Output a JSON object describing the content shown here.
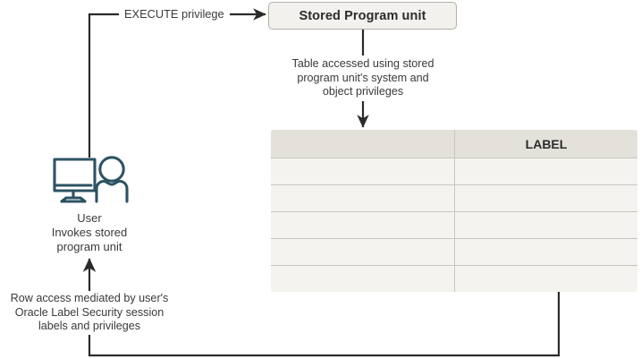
{
  "diagram": {
    "title": "Oracle Label Security with stored program unit row access",
    "nodes": {
      "stored_program_unit": {
        "label": "Stored Program unit",
        "fill": "#f2f1ee",
        "border": "#b4b0ab"
      },
      "user": {
        "icon": "user-at-monitor-icon",
        "icon_color": "#2d5363",
        "caption": "User\nInvokes stored\nprogram unit"
      }
    },
    "edges": {
      "execute_privilege": {
        "label": "EXECUTE privilege",
        "direction": "user-to-stored-program-unit"
      },
      "table_access": {
        "label": "Table accessed using stored\nprogram unit's system and\nobject privileges",
        "direction": "stored-program-unit-to-table"
      },
      "row_access": {
        "label": "Row access mediated by user's\nOracle Label Security session\nlabels and privileges",
        "direction": "table-to-user"
      }
    },
    "table": {
      "columns": [
        {
          "header": "",
          "name": "blank-column"
        },
        {
          "header": "LABEL",
          "name": "label-column"
        }
      ],
      "rows": [
        [
          "",
          ""
        ],
        [
          "",
          ""
        ],
        [
          "",
          ""
        ],
        [
          "",
          ""
        ],
        [
          "",
          ""
        ]
      ],
      "header_fill": "#e4e1db",
      "body_fill": "#f4f3f0",
      "border_color": "#c9c5bf"
    },
    "line_color": "#2b2b2b"
  }
}
